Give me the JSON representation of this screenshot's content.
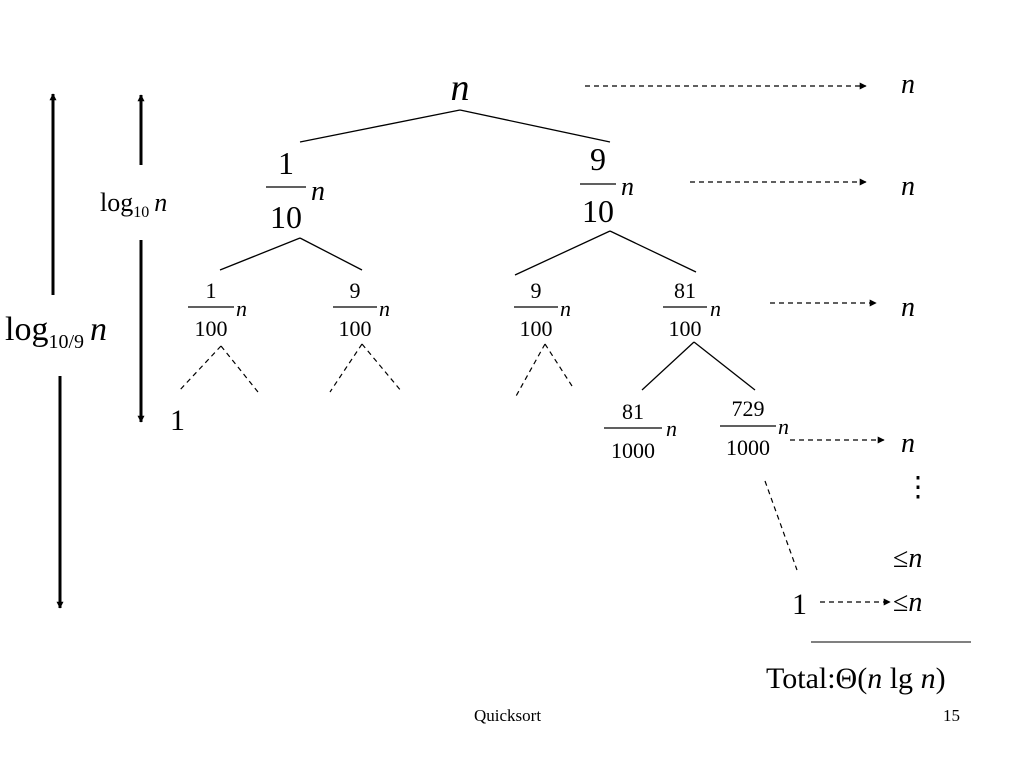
{
  "tree": {
    "root": {
      "var": "n"
    },
    "level1": {
      "left": {
        "num": "1",
        "den": "10",
        "var": "n"
      },
      "right": {
        "num": "9",
        "den": "10",
        "var": "n"
      }
    },
    "level2": [
      {
        "num": "1",
        "den": "100",
        "var": "n"
      },
      {
        "num": "9",
        "den": "100",
        "var": "n"
      },
      {
        "num": "9",
        "den": "100",
        "var": "n"
      },
      {
        "num": "81",
        "den": "100",
        "var": "n"
      }
    ],
    "level3": [
      {
        "num": "81",
        "den": "1000",
        "var": "n"
      },
      {
        "num": "729",
        "den": "1000",
        "var": "n"
      }
    ],
    "left_leaf": "1",
    "right_leaf": "1"
  },
  "level_costs": {
    "row1": "n",
    "row2": "n",
    "row3": "n",
    "row4": "n",
    "dots": "⋮",
    "row5_sym": "≤",
    "row5_var": "n",
    "row6_sym": "≤",
    "row6_var": "n"
  },
  "total": {
    "prefix": "Total:Θ(",
    "n1": "n",
    "mid": " lg ",
    "n2": "n",
    "suffix": ")"
  },
  "depth_labels": {
    "short": {
      "base": "log",
      "sub": "10",
      "var": "n"
    },
    "long": {
      "base": "log",
      "sub": "10/9",
      "var": "n"
    }
  },
  "footer": {
    "title": "Quicksort",
    "page": "15"
  }
}
